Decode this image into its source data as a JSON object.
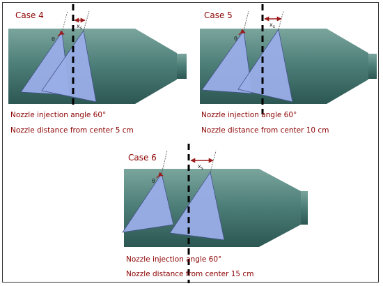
{
  "colors": {
    "title_text": "#8B0000",
    "caption_text": "#8B0000",
    "cylinder_top": "#6f9b93",
    "cylinder_mid": "#4a7a74",
    "cylinder_bottom": "#2c5752",
    "spray": "#9aaee8",
    "spray_stroke": "#44508a",
    "arrow": "#9b1b1b",
    "center_line": "#000000"
  },
  "panels": [
    {
      "title": "Case 4",
      "theta": "θ",
      "xs_label": "x",
      "xs_sub": "s",
      "caption_angle": "Nozzle injection angle 60°",
      "caption_distance": "Nozzle distance from center 5 cm"
    },
    {
      "title": "Case 5",
      "theta": "θ",
      "xs_label": "x",
      "xs_sub": "s",
      "caption_angle": "Nozzle injection angle 60°",
      "caption_distance": "Nozzle distance from center 10 cm"
    },
    {
      "title": "Case 6",
      "theta": "θ",
      "xs_label": "x",
      "xs_sub": "s",
      "caption_angle": "Nozzle injection angle 60°",
      "caption_distance": "Nozzle distance from center 15 cm"
    }
  ]
}
